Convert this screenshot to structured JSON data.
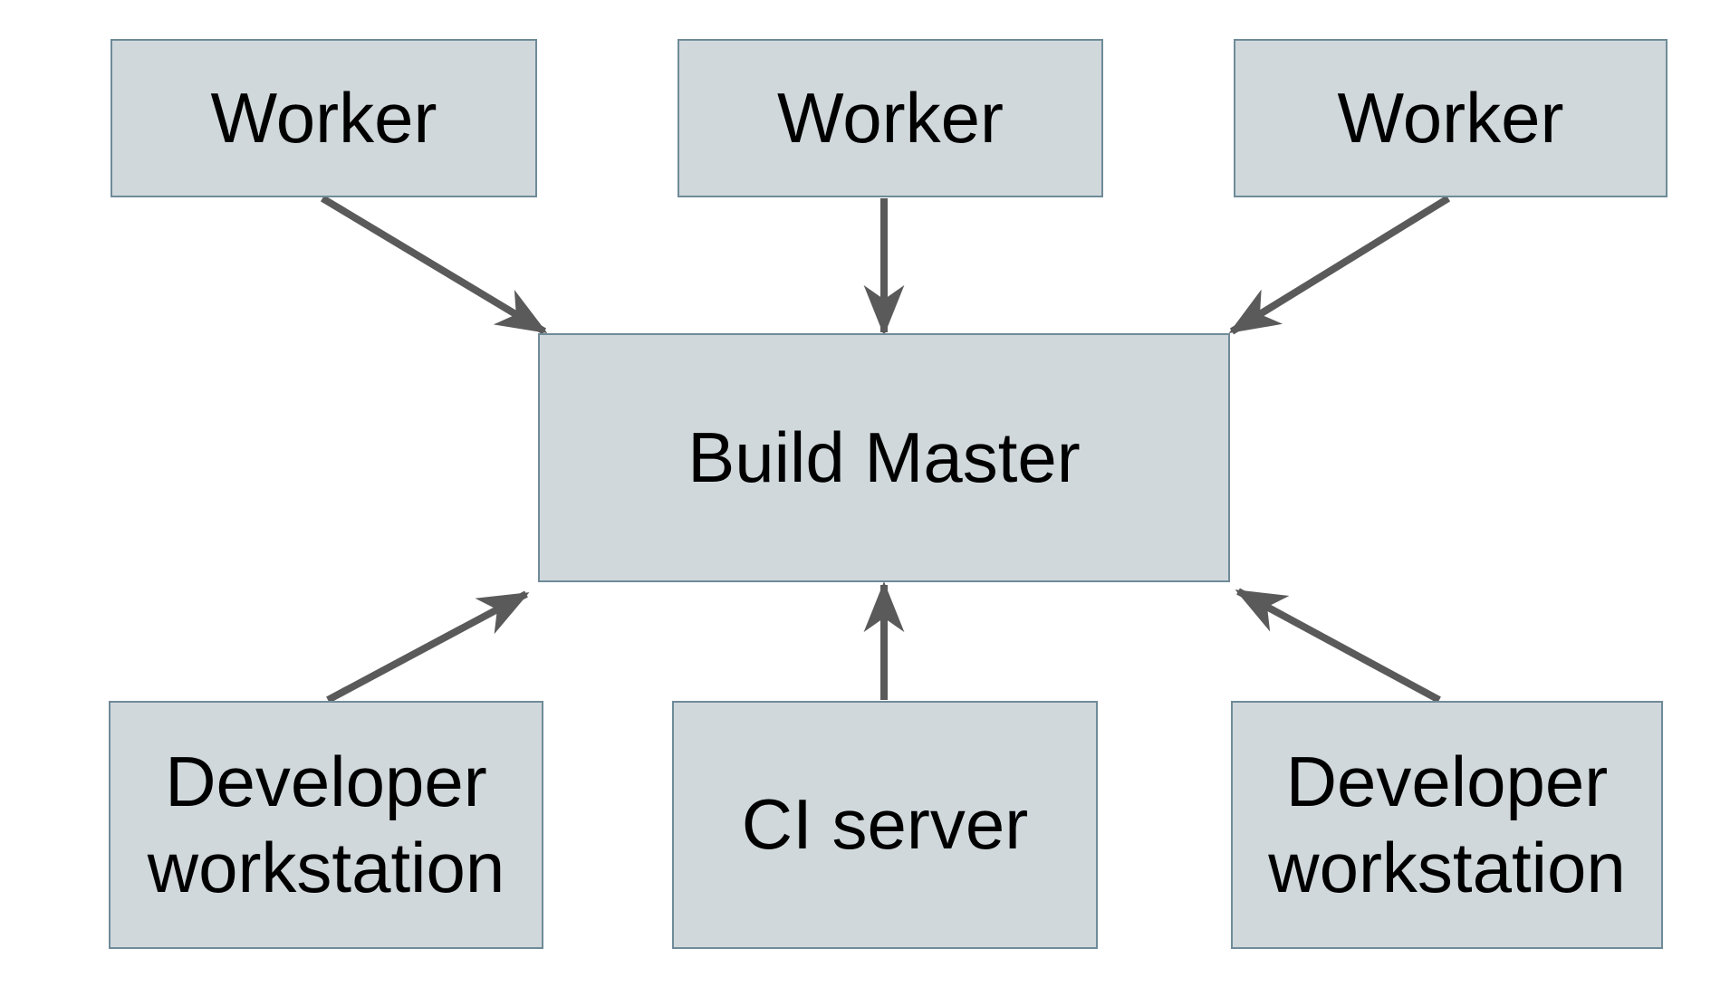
{
  "diagram": {
    "background_color": "#ffffff",
    "nodes": {
      "worker_left": {
        "label": "Worker"
      },
      "worker_middle": {
        "label": "Worker"
      },
      "worker_right": {
        "label": "Worker"
      },
      "build_master": {
        "label": "Build Master"
      },
      "dev_workstation_left": {
        "label": "Developer workstation"
      },
      "ci_server": {
        "label": "CI server"
      },
      "dev_workstation_right": {
        "label": "Developer workstation"
      }
    },
    "edges": [
      {
        "from": "worker_left",
        "to": "build_master"
      },
      {
        "from": "worker_middle",
        "to": "build_master"
      },
      {
        "from": "worker_right",
        "to": "build_master"
      },
      {
        "from": "dev_workstation_left",
        "to": "build_master"
      },
      {
        "from": "ci_server",
        "to": "build_master"
      },
      {
        "from": "dev_workstation_right",
        "to": "build_master"
      }
    ],
    "colors": {
      "node_fill": "#d0d8db",
      "node_border": "#6f8b99",
      "arrow": "#5a5a5a",
      "label_text": "#000000"
    }
  }
}
